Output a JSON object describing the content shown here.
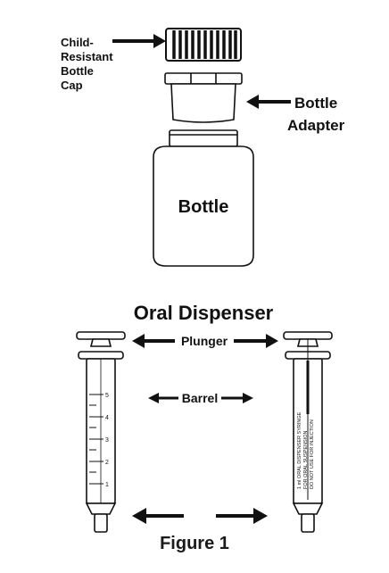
{
  "labels": {
    "child_resistant_cap": [
      "Child-",
      "Resistant",
      "Bottle",
      "Cap"
    ],
    "bottle_adapter": [
      "Bottle",
      "Adapter"
    ],
    "bottle": "Bottle",
    "oral_dispenser_title": "Oral Dispenser",
    "plunger": "Plunger",
    "barrel": "Barrel"
  },
  "scale_marks": [
    "1",
    "2",
    "3",
    "4",
    "5"
  ],
  "barrel_print": [
    "1 ml ORAL DISPENSER SYRINGE",
    "FOR ORAL SUSPENSION",
    "DO NOT USE FOR INJECTION"
  ],
  "caption": "Figure 1",
  "colors": {
    "ink": "#111111",
    "caption": "#1a1a1a",
    "background": "#ffffff"
  }
}
